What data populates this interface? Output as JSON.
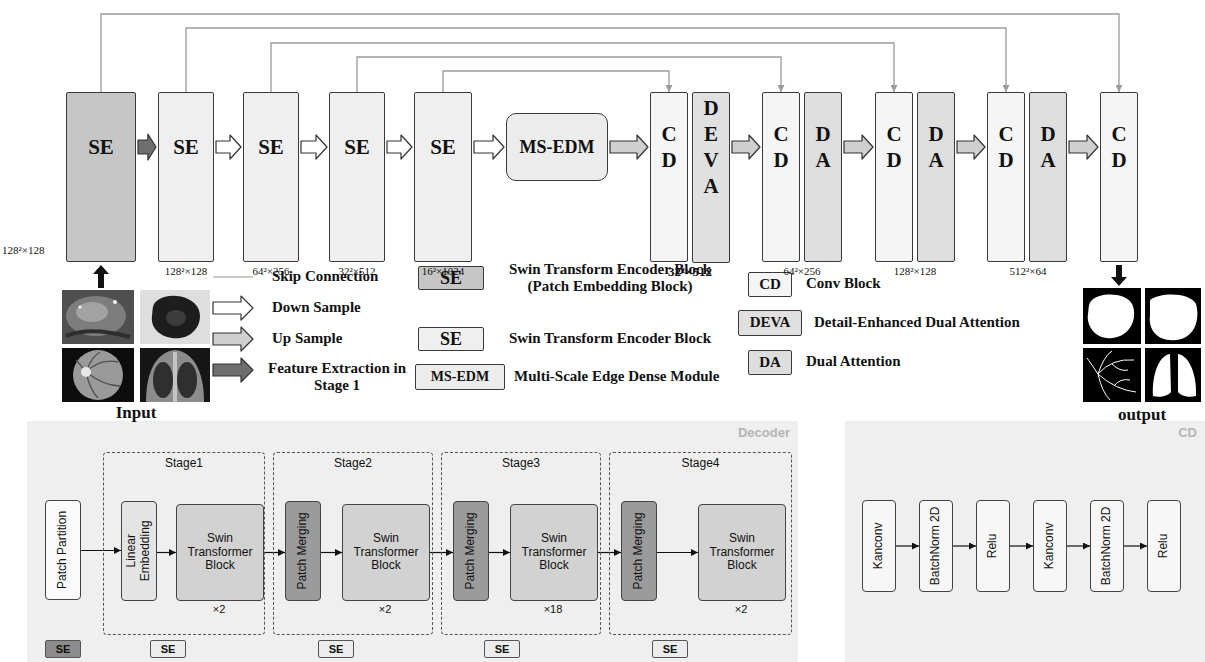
{
  "diagram": {
    "nodes": [
      {
        "text": [
          "SE"
        ]
      },
      {
        "text": [
          "SE"
        ]
      },
      {
        "text": [
          "SE"
        ]
      },
      {
        "text": [
          "SE"
        ]
      },
      {
        "text": [
          "SE"
        ]
      },
      {
        "text": [
          "MS-EDM"
        ]
      },
      {
        "text": [
          "CD"
        ]
      },
      {
        "text": [
          "DEVA"
        ]
      },
      {
        "text": [
          "CD"
        ]
      },
      {
        "text": [
          "DA"
        ]
      },
      {
        "text": [
          "CD"
        ]
      },
      {
        "text": [
          "DA"
        ]
      },
      {
        "text": [
          "CD"
        ]
      },
      {
        "text": [
          "DA"
        ]
      },
      {
        "text": [
          "CD"
        ]
      },
      {
        "text": [
          "Decoder"
        ]
      },
      {
        "text": [
          "Patch Partition"
        ],
        "in": 15
      },
      {
        "text": [
          "Stage1"
        ],
        "in": 15
      },
      {
        "text": [
          "Linear Embedding"
        ],
        "in": 17
      },
      {
        "text": [
          "Swin Transformer Block"
        ],
        "in": 17
      },
      {
        "text": [
          "Stage2"
        ],
        "in": 15
      },
      {
        "text": [
          "Patch Merging"
        ],
        "in": 20
      },
      {
        "text": [
          "Swin Transformer Block"
        ],
        "in": 20
      },
      {
        "text": [
          "Stage3"
        ],
        "in": 15
      },
      {
        "text": [
          "Patch Merging"
        ],
        "in": 23
      },
      {
        "text": [
          "Swin Transformer Block"
        ],
        "in": 23
      },
      {
        "text": [
          "Stage4"
        ],
        "in": 15
      },
      {
        "text": [
          "Patch Merging"
        ],
        "in": 26
      },
      {
        "text": [
          "Swin Transformer Block"
        ],
        "in": 26
      },
      {
        "text": [
          "SE"
        ],
        "in": 15
      },
      {
        "text": [
          "SE"
        ],
        "in": 15
      },
      {
        "text": [
          "SE"
        ],
        "in": 15
      },
      {
        "text": [
          "SE"
        ],
        "in": 15
      },
      {
        "text": [
          "SE"
        ],
        "in": 15
      },
      {
        "text": [
          "CD"
        ]
      },
      {
        "text": [
          "Kanconv"
        ],
        "in": 34
      },
      {
        "text": [
          "BatchNorm 2D"
        ],
        "in": 34
      },
      {
        "text": [
          "Relu"
        ],
        "in": 34
      },
      {
        "text": [
          "Kanconv"
        ],
        "in": 34
      },
      {
        "text": [
          "BatchNorm 2D"
        ],
        "in": 34
      },
      {
        "text": [
          "Relu"
        ],
        "in": 34
      }
    ],
    "edges": [
      {
        "from": 0,
        "to": 1,
        "arrow": "to"
      },
      {
        "from": 1,
        "to": 2,
        "arrow": "to"
      },
      {
        "from": 2,
        "to": 3,
        "arrow": "to"
      },
      {
        "from": 3,
        "to": 4,
        "arrow": "to"
      },
      {
        "from": 4,
        "to": 5,
        "arrow": "to"
      },
      {
        "from": 5,
        "to": 6,
        "arrow": "to"
      },
      {
        "from": 7,
        "to": 8,
        "arrow": "to"
      },
      {
        "from": 9,
        "to": 10,
        "arrow": "to"
      },
      {
        "from": 11,
        "to": 12,
        "arrow": "to"
      },
      {
        "from": 13,
        "to": 14,
        "arrow": "to"
      },
      {
        "from": 0,
        "to": 14,
        "arrow": "to"
      },
      {
        "from": 1,
        "to": 12,
        "arrow": "to"
      },
      {
        "from": 2,
        "to": 10,
        "arrow": "to"
      },
      {
        "from": 3,
        "to": 8,
        "arrow": "to"
      },
      {
        "from": 4,
        "to": 6,
        "arrow": "to"
      },
      {
        "from": 16,
        "to": 18,
        "arrow": "to"
      },
      {
        "from": 18,
        "to": 19,
        "arrow": "to"
      },
      {
        "from": 19,
        "to": 21,
        "arrow": "to"
      },
      {
        "from": 21,
        "to": 22,
        "arrow": "to"
      },
      {
        "from": 22,
        "to": 24,
        "arrow": "to"
      },
      {
        "from": 24,
        "to": 25,
        "arrow": "to"
      },
      {
        "from": 25,
        "to": 27,
        "arrow": "to"
      },
      {
        "from": 27,
        "to": 28,
        "arrow": "to"
      },
      {
        "from": 35,
        "to": 36,
        "arrow": "to"
      },
      {
        "from": 36,
        "to": 37,
        "arrow": "to"
      },
      {
        "from": 37,
        "to": 38,
        "arrow": "to"
      },
      {
        "from": 38,
        "to": 39,
        "arrow": "to"
      },
      {
        "from": 39,
        "to": 40,
        "arrow": "to"
      }
    ],
    "labels": [
      "128²×128",
      "128²×128",
      "64²×256",
      "32²×512",
      "16²×1024",
      "32²×512",
      "64²×256",
      "128²×128",
      "512²×64",
      "Input",
      "output",
      "SE",
      "SE",
      "MS-EDM",
      "CD",
      "DEVA",
      "DA",
      "×2",
      "×2",
      "×18",
      "×2"
    ],
    "legend": [
      {
        "text": "Skip Connection"
      },
      {
        "text": "Down Sample"
      },
      {
        "text": "Up Sample"
      },
      {
        "text": "Feature Extraction in Stage 1"
      },
      {
        "text": "Swin Transform Encoder Block (Patch Embedding Block)",
        "color": "#c6c6c6"
      },
      {
        "text": "Swin Transform Encoder Block",
        "color": "#efefef"
      },
      {
        "text": "Multi-Scale Edge Dense Module",
        "color": "#ececec"
      },
      {
        "text": "Conv Block",
        "color": "#f5f5f5"
      },
      {
        "text": "Detail-Enhanced Dual Attention",
        "color": "#e0e0e0"
      },
      {
        "text": "Dual Attention",
        "color": "#dedede"
      }
    ]
  }
}
